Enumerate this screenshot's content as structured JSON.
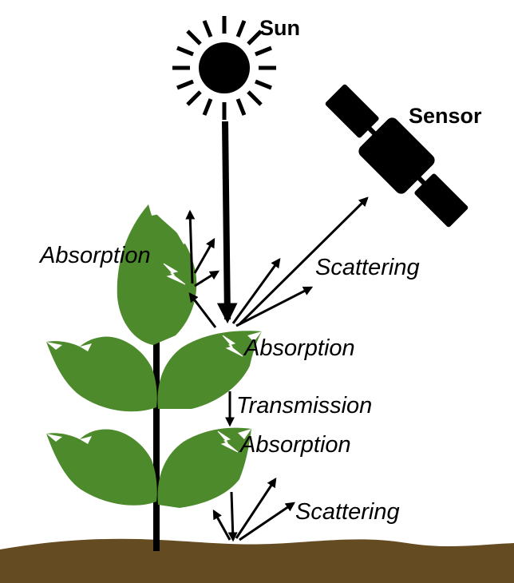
{
  "diagram": {
    "labels": {
      "sun": "Sun",
      "sensor": "Sensor",
      "absorption_top_left": "Absorption",
      "scattering_top": "Scattering",
      "absorption_middle": "Absorption",
      "transmission": "Transmission",
      "absorption_lower": "Absorption",
      "scattering_bottom": "Scattering"
    },
    "colors": {
      "leaf": "#4c8a2c",
      "soil": "#654b22",
      "ink": "#000000",
      "background": "#ffffff"
    }
  }
}
